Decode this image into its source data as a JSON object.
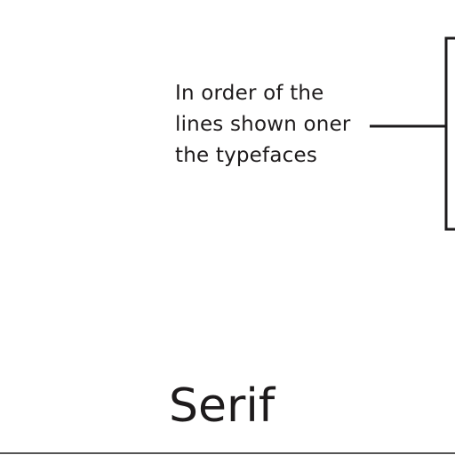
{
  "annotation": {
    "lines": [
      "In order of the",
      "lines shown oner",
      "the typefaces"
    ]
  },
  "heading": {
    "text": "Serif"
  },
  "colors": {
    "ink": "#1e1b1c",
    "background": "#ffffff",
    "rule": "#555555"
  }
}
